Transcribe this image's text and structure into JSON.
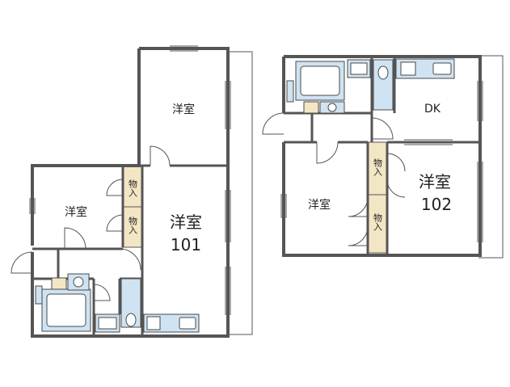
{
  "unit_101": {
    "room_top": "洋室",
    "room_left": "洋室",
    "room_main_line1": "洋室",
    "room_main_line2": "101",
    "storage_1": "物入",
    "storage_2": "物入"
  },
  "unit_102": {
    "room_dk": "DK",
    "room_left": "洋室",
    "room_main_line1": "洋室",
    "room_main_line2": "102",
    "storage_1": "物入",
    "storage_2": "物入"
  },
  "colors": {
    "wall": "#555555",
    "closet": "#f3e6c4",
    "fixture_fill": "#cfe3f2",
    "fixture_stroke": "#4a4a4a",
    "balcony": "#555555"
  }
}
